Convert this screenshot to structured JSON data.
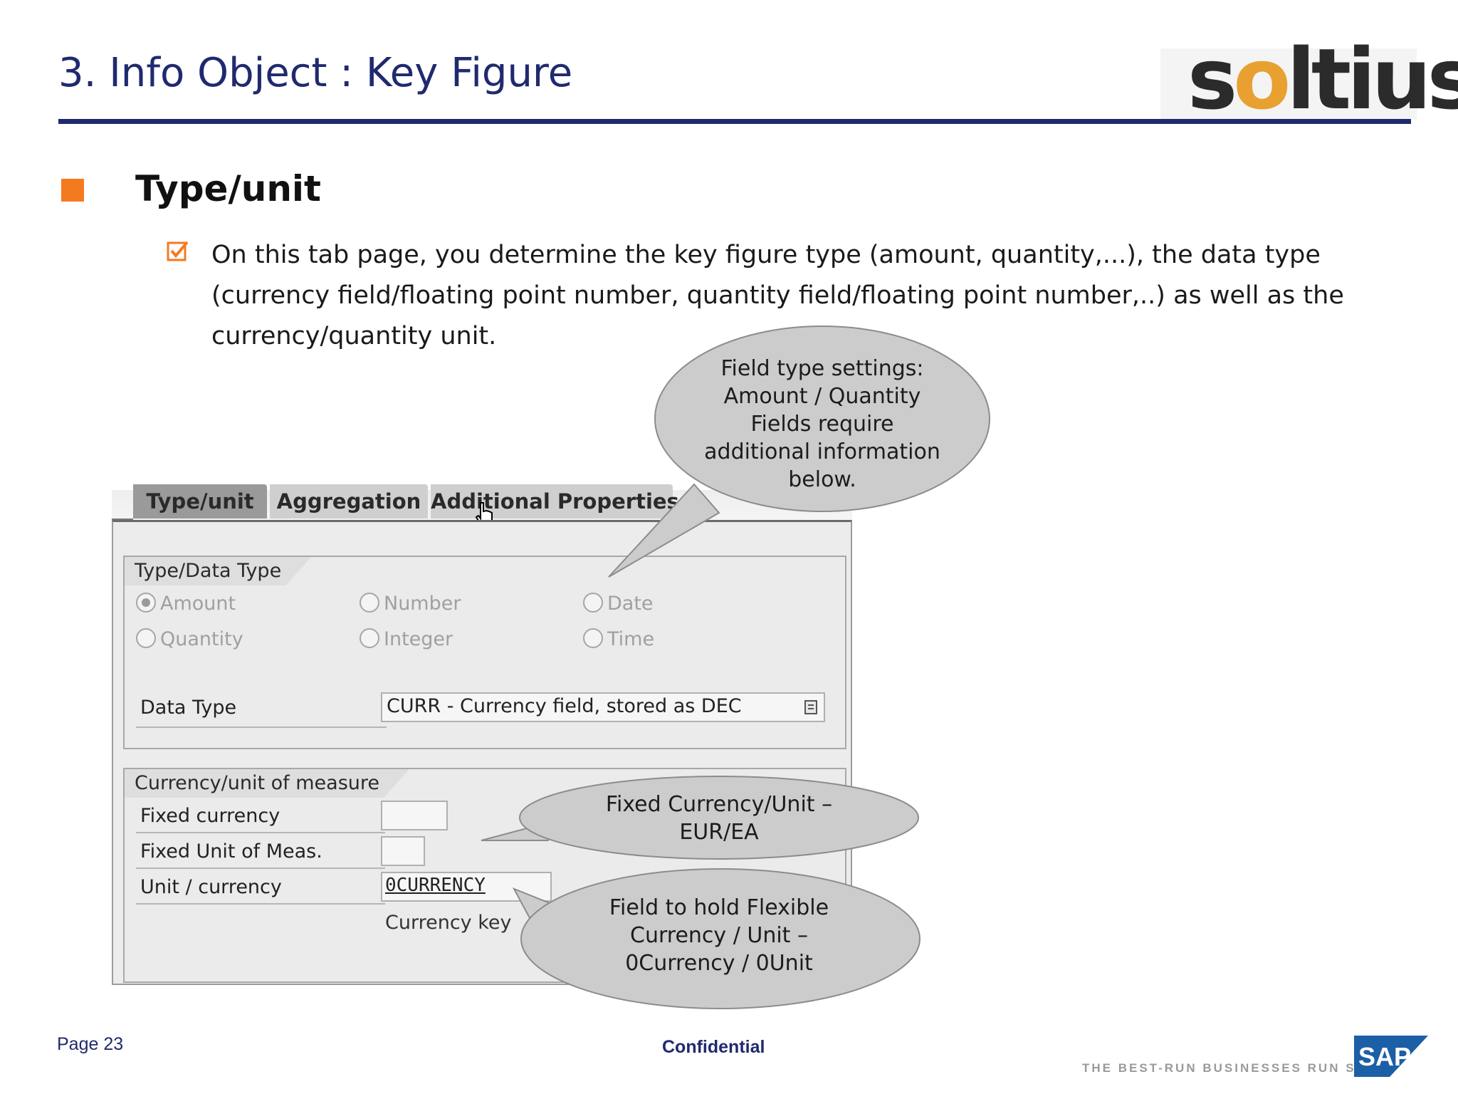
{
  "header": {
    "title": "3. Info Object : Key Figure",
    "logo_text": "soltius"
  },
  "section": {
    "heading": "Type/unit",
    "body": "On this tab page, you determine the key figure type (amount, quantity,...), the data type (currency field/floating point number, quantity field/floating point number,..) as well as the currency/quantity unit."
  },
  "dialog": {
    "tabs": [
      "Type/unit",
      "Aggregation",
      "Additional Properties"
    ],
    "group1": {
      "title": "Type/Data Type",
      "radios": {
        "amount": "Amount",
        "quantity": "Quantity",
        "number": "Number",
        "integer": "Integer",
        "date": "Date",
        "time": "Time"
      },
      "selected": "Amount",
      "data_type_label": "Data Type",
      "data_type_value": "CURR - Currency field, stored as DEC"
    },
    "group2": {
      "title": "Currency/unit of measure",
      "fixed_currency_label": "Fixed currency",
      "fixed_unit_label": "Fixed Unit of Meas.",
      "unit_currency_label": "Unit / currency",
      "unit_currency_value": "0CURRENCY",
      "unit_currency_desc": "Currency key"
    }
  },
  "callouts": {
    "field_type": [
      "Field type settings:",
      "Amount / Quantity",
      "Fields require",
      "additional information",
      "below."
    ],
    "fixed": [
      "Fixed Currency/Unit  –",
      "EUR/EA"
    ],
    "flexible": [
      "Field to hold Flexible",
      "Currency / Unit  –",
      "0Currency / 0Unit"
    ]
  },
  "footer": {
    "page": "Page 23",
    "confidential": "Confidential",
    "tagline": "THE BEST-RUN BUSINESSES RUN SAP",
    "sap_logo": "SAP"
  }
}
